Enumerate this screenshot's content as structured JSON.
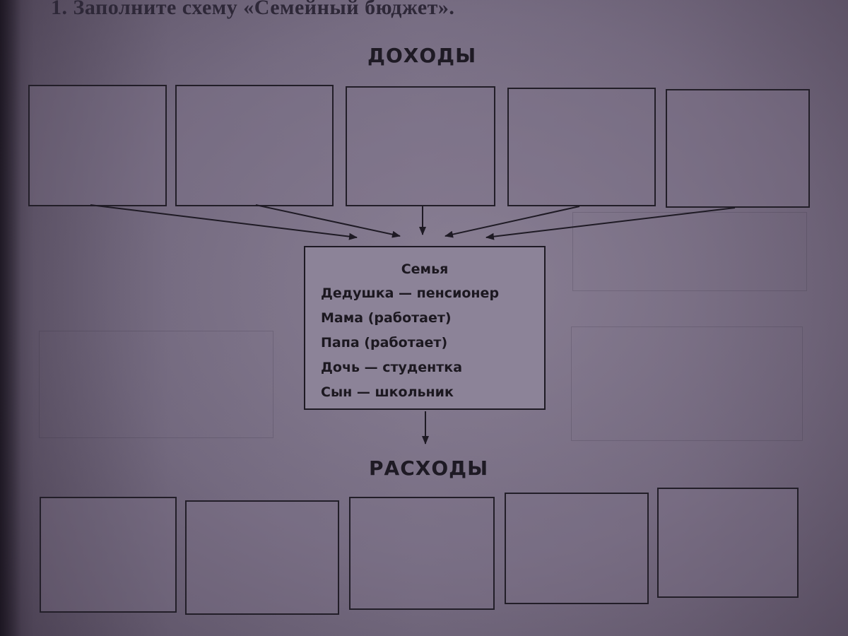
{
  "task": {
    "title": "1. Заполните схему «Семейный бюджет»."
  },
  "income": {
    "title": "ДОХОДЫ",
    "boxes": [
      "",
      "",
      "",
      "",
      ""
    ]
  },
  "family": {
    "heading": "Семья",
    "members": [
      "Дедушка — пенсионер",
      "Мама (работает)",
      "Папа (работает)",
      "Дочь — студентка",
      "Сын — школьник"
    ]
  },
  "expenses": {
    "title": "РАСХОДЫ",
    "boxes": [
      "",
      "",
      "",
      "",
      ""
    ]
  },
  "colors": {
    "page": "#786e84",
    "family_box": "#8c8398",
    "ink": "#1e1a24"
  }
}
